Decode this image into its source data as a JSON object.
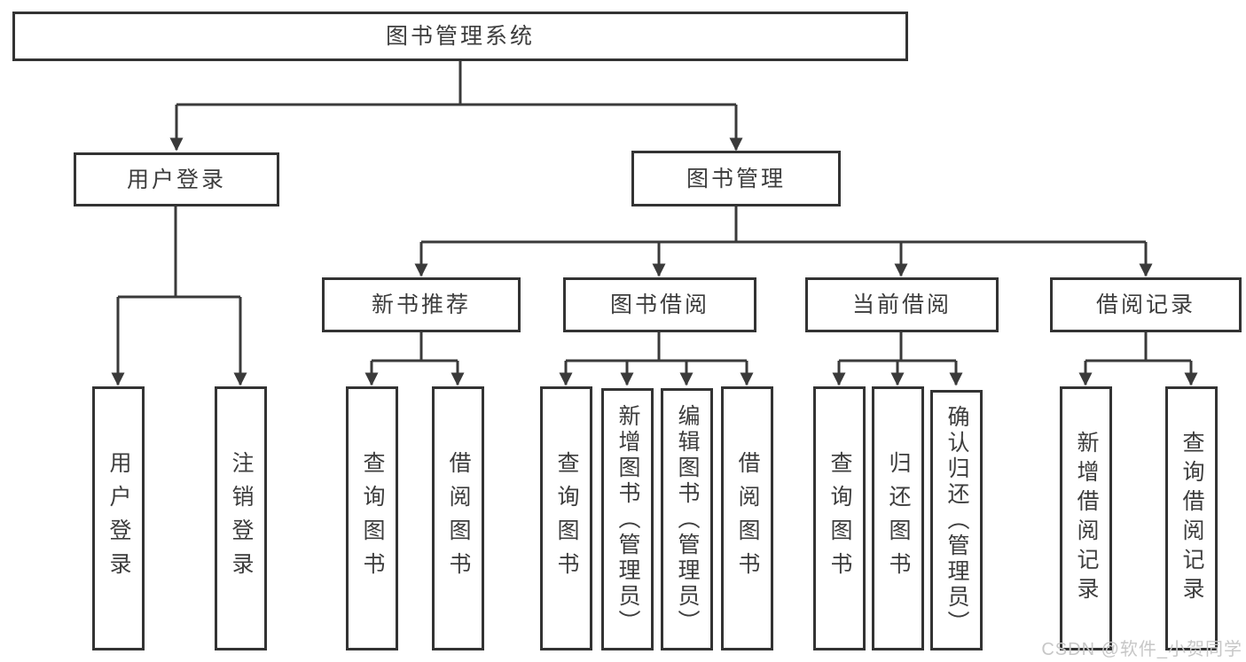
{
  "diagram_type": "functional-structure-tree",
  "colors": {
    "background": "#ffffff",
    "box_border": "#333333",
    "box_fill": "#ffffff",
    "connector_line": "#3a3a3a",
    "text": "#3d3d3d",
    "watermark": "#c7c7c7"
  },
  "nodes": {
    "root": "图书管理系统",
    "user_login": "用户登录",
    "book_mgmt": "图书管理",
    "new_book_rec": "新书推荐",
    "book_borrow": "图书借阅",
    "current_borrow": "当前借阅",
    "borrow_records": "借阅记录",
    "leaf_user_login": "用户登录",
    "leaf_logout": "注销登录",
    "leaf_query_book_1": "查询图书",
    "leaf_borrow_book_1": "借阅图书",
    "leaf_query_book_2": "查询图书",
    "leaf_add_book": "新增图书（管理员）",
    "leaf_edit_book": "编辑图书（管理员）",
    "leaf_borrow_book_2": "借阅图书",
    "leaf_query_book_3": "查询图书",
    "leaf_return_book": "归还图书",
    "leaf_confirm_return": "确认归还（管理员）",
    "leaf_add_record": "新增借阅记录",
    "leaf_query_record": "查询借阅记录"
  },
  "hierarchy": {
    "图书管理系统": {
      "用户登录": [
        "用户登录",
        "注销登录"
      ],
      "图书管理": {
        "新书推荐": [
          "查询图书",
          "借阅图书"
        ],
        "图书借阅": [
          "查询图书",
          "新增图书（管理员）",
          "编辑图书（管理员）",
          "借阅图书"
        ],
        "当前借阅": [
          "查询图书",
          "归还图书",
          "确认归还（管理员）"
        ],
        "借阅记录": [
          "新增借阅记录",
          "查询借阅记录"
        ]
      }
    }
  },
  "watermark": {
    "text": "CSDN @软件_小贺同学"
  }
}
